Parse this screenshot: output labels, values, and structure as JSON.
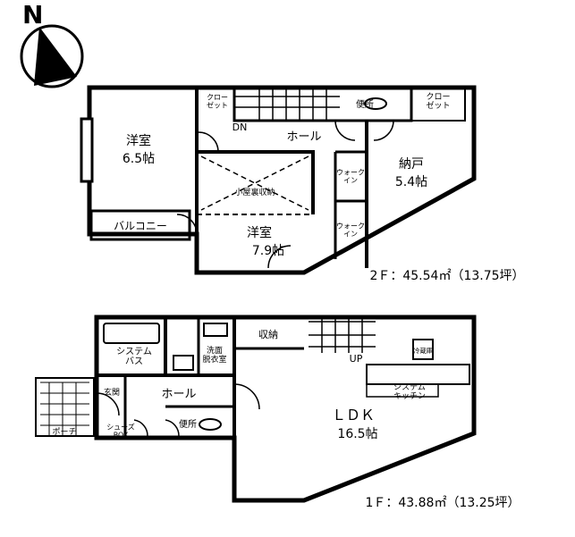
{
  "compass": {
    "north_label": "N"
  },
  "floor2": {
    "area_label": "2Ｆ：45.54㎡（13.75坪）",
    "rooms": {
      "western_room_a": {
        "name": "洋室",
        "size": "6.5帖"
      },
      "western_room_b": {
        "name": "洋室",
        "size": "7.9帖"
      },
      "storage_room": {
        "name": "納戸",
        "size": "5.4帖"
      },
      "hall": {
        "name": "ホール"
      },
      "closet_a": {
        "name": "クロー\nゼット"
      },
      "closet_b": {
        "name": "クロー\nゼット"
      },
      "toilet": {
        "name": "便所"
      },
      "balcony": {
        "name": "バルコニー"
      },
      "walkin_a": {
        "name": "ウォーク\nイン"
      },
      "walkin_b": {
        "name": "ウォーク\nイン"
      },
      "loft_storage": {
        "name": "小屋裏収納"
      },
      "stairs_mark": {
        "name": "DN"
      }
    }
  },
  "floor1": {
    "area_label": "1Ｆ：43.88㎡（13.25坪）",
    "rooms": {
      "ldk": {
        "name": "ＬＤＫ",
        "size": "16.5帖"
      },
      "hall": {
        "name": "ホール"
      },
      "system_bath": {
        "name": "システム\nバス"
      },
      "washroom": {
        "name": "洗面\n脱衣室"
      },
      "storage": {
        "name": "収納"
      },
      "toilet": {
        "name": "便所"
      },
      "entrance": {
        "name": "玄関"
      },
      "porch": {
        "name": "ポーチ"
      },
      "shoe_box": {
        "name": "シューズ\nBOX"
      },
      "kitchen": {
        "name": "システム\nキッチン"
      },
      "stairs_mark": {
        "name": "UP"
      },
      "refrigerator": {
        "name": "冷蔵庫"
      }
    }
  }
}
